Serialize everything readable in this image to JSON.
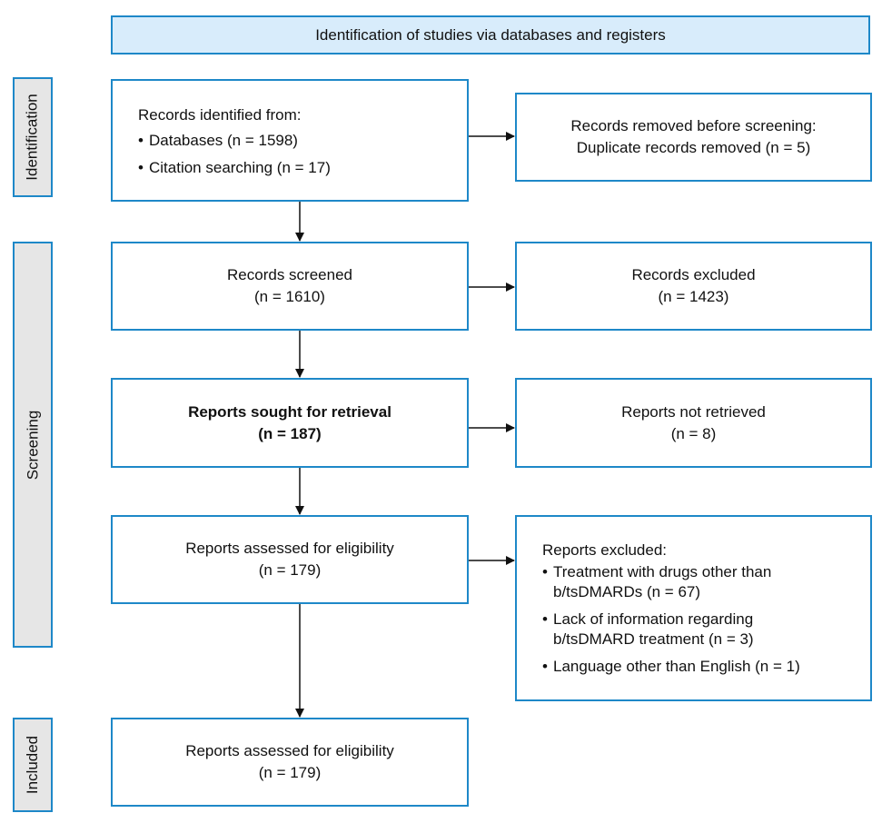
{
  "header": "Identification of studies via databases and registers",
  "phases": {
    "identification": "Identification",
    "screening": "Screening",
    "included": "Included"
  },
  "identified": {
    "title": "Records identified from:",
    "items": [
      "Databases (n = 1598)",
      "Citation searching (n = 17)"
    ]
  },
  "removed": {
    "line1": "Records removed before screening:",
    "line2": "Duplicate records removed  (n = 5)"
  },
  "screened": {
    "line1": "Records screened",
    "line2": "(n = 1610)"
  },
  "excluded": {
    "line1": "Records excluded",
    "line2": "(n = 1423)"
  },
  "sought": {
    "line1": "Reports sought for retrieval",
    "line2": "(n = 187)"
  },
  "not_retrieved": {
    "line1": "Reports not retrieved",
    "line2": "(n = 8)"
  },
  "assessed": {
    "line1": "Reports assessed for eligibility",
    "line2": "(n = 179)"
  },
  "reports_excluded": {
    "title": "Reports excluded:",
    "items": [
      "Treatment with drugs other than\nb/tsDMARDs (n = 67)",
      "Lack of information regarding\nb/tsDMARD treatment (n = 3)",
      "Language other than English (n = 1)"
    ]
  },
  "included": {
    "line1": "Reports assessed for eligibility",
    "line2": "(n = 179)"
  },
  "colors": {
    "border": "#1e88c8",
    "header_fill": "#d8ecfb",
    "phase_fill": "#e6e6e6",
    "arrow": "#111111"
  }
}
